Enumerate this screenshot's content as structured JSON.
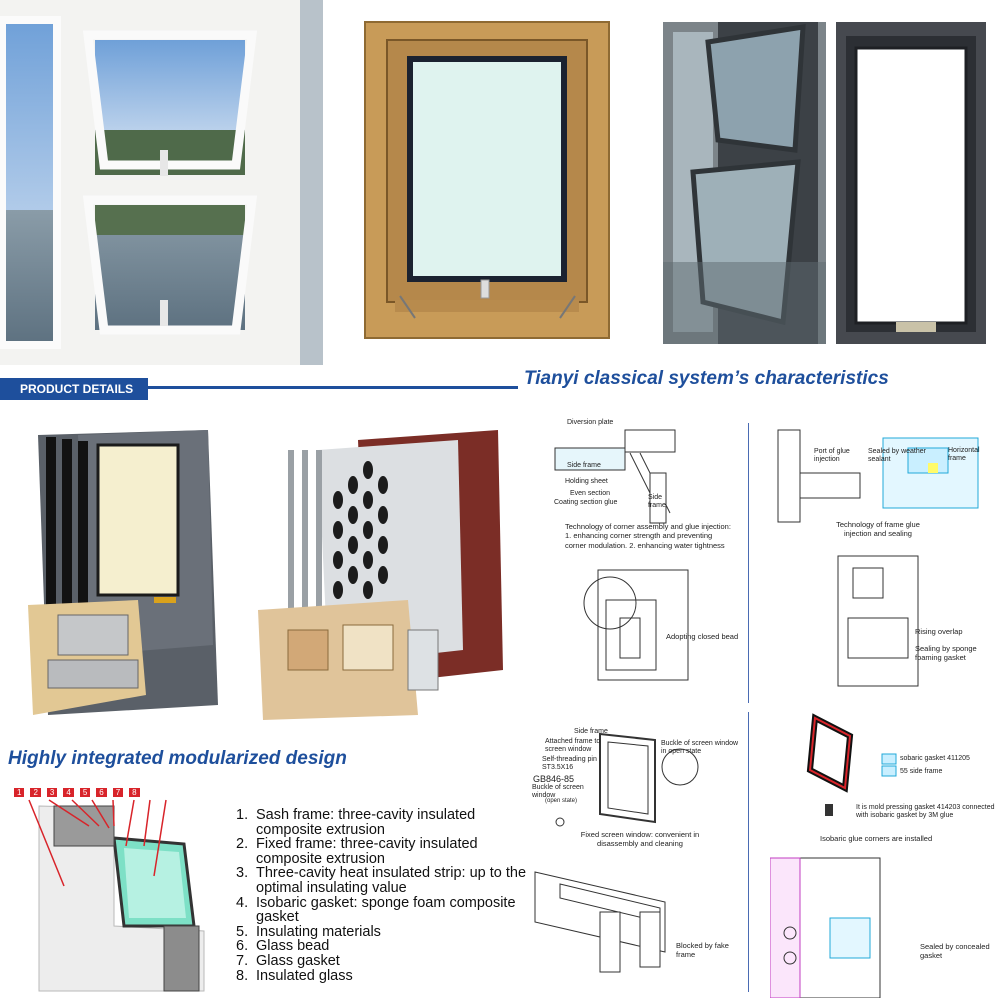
{
  "sections": {
    "product_details": "PRODUCT DETAILS",
    "characteristics": "Tianyi classical system’s characteristics",
    "modular": "Highly integrated modularized design"
  },
  "features": [
    {
      "num": "1.",
      "text": "Sash frame: three-cavity insulated composite extrusion"
    },
    {
      "num": "2.",
      "text": "Fixed frame: three-cavity insulated composite extrusion"
    },
    {
      "num": "3.",
      "text": "Three-cavity heat insulated strip: up to the optimal insulating value"
    },
    {
      "num": "4.",
      "text": "Isobaric gasket: sponge foam composite gasket"
    },
    {
      "num": "5.",
      "text": "Insulating materials"
    },
    {
      "num": "6.",
      "text": "Glass bead"
    },
    {
      "num": "7.",
      "text": "Glass gasket"
    },
    {
      "num": "8.",
      "text": "Insulated glass"
    }
  ],
  "section_numbers": [
    "1",
    "2",
    "3",
    "4",
    "5",
    "6",
    "7",
    "8"
  ],
  "diagram1": {
    "labels": [
      "Diversion plate",
      "Side frame",
      "Holding sheet",
      "Even section",
      "Coating section glue",
      "Side frame"
    ],
    "caption": "Technology of corner assembly and glue injection: 1. enhancing corner strength and preventing corner modulation. 2. enhancing water tightness",
    "bead": "Adopting closed bead"
  },
  "diagram2": {
    "labels": [
      "Port of glue injection",
      "Sealed by weather sealant",
      "Horizontal frame"
    ],
    "caption": "Technology of frame glue injection and sealing",
    "overlap": "Rising overlap",
    "sponge": "Sealing by sponge foaming gasket"
  },
  "diagram3": {
    "labels": [
      "Side frame",
      "Attached frame to screen window",
      "Self-threading pin ST3.5X16",
      "GB846-85",
      "Buckle of screen window",
      "(open state)",
      "Buckle of screen window",
      "in open state"
    ],
    "caption": "Fixed screen window: convenient in disassembly and cleaning",
    "fake": "Blocked by fake frame"
  },
  "diagram4": {
    "labels": [
      "sobaric gasket 411205",
      "55 side frame",
      "It is mold pressing gasket 414203 connected with isobaric gasket by 3M glue"
    ],
    "caption": "Isobaric glue corners are installed",
    "concealed": "Sealed by concealed gasket"
  },
  "colors": {
    "brand_blue": "#1e4f9c",
    "frame_gray": "#4a5058",
    "wood": "#c89b58",
    "glass_teal": "#7de0c6"
  }
}
